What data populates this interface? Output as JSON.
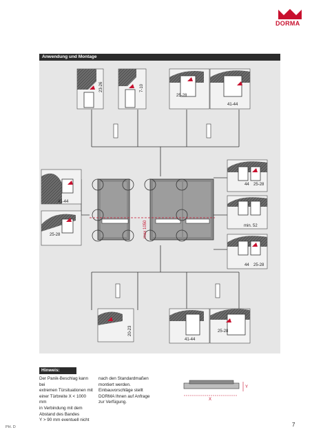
{
  "brand": {
    "name": "DORMA",
    "color": "#c8102e"
  },
  "section": {
    "title": "Anwendung und Montage"
  },
  "dimensions": {
    "d_23_26": "23-26",
    "d_7_10": "7-10",
    "d_25_28_top": "25-28",
    "d_41_44_top": "41-44",
    "d_41_44_left": "41-44",
    "d_25_28_left": "25-28",
    "d_44_a": "44",
    "d_25_28_a": "25-28",
    "d_min52": "min. 52",
    "d_44_b": "44",
    "d_25_28_b": "25-28",
    "d_max1050": "max 1050",
    "d_20_23": "20-23",
    "d_41_44_bottom": "41-44",
    "d_25_28_bottom": "25-28"
  },
  "note": {
    "title": "Hinweis:",
    "col1": "Der Panik-Beschlag kann bei\nextremen Türsituationen mit\neiner Türbreite X < 1000 mm\nin Verbindung mit dem\nAbstand des Bandes\nY > 90 mm eventuell nicht",
    "col2": "nach den Standardmaßen\nmontiert werden.\nEinbauvorschläge stellt\nDORMA Ihnen auf Anfrage\nzur Verfügung."
  },
  "small_figure": {
    "label_x": "X",
    "label_y": "Y"
  },
  "footer": {
    "left": "PH. D",
    "page": "7"
  },
  "colors": {
    "accent": "#c8102e",
    "panel": "#e6e6e6",
    "dark": "#2b2b2b",
    "door": "#8a8a8a"
  }
}
